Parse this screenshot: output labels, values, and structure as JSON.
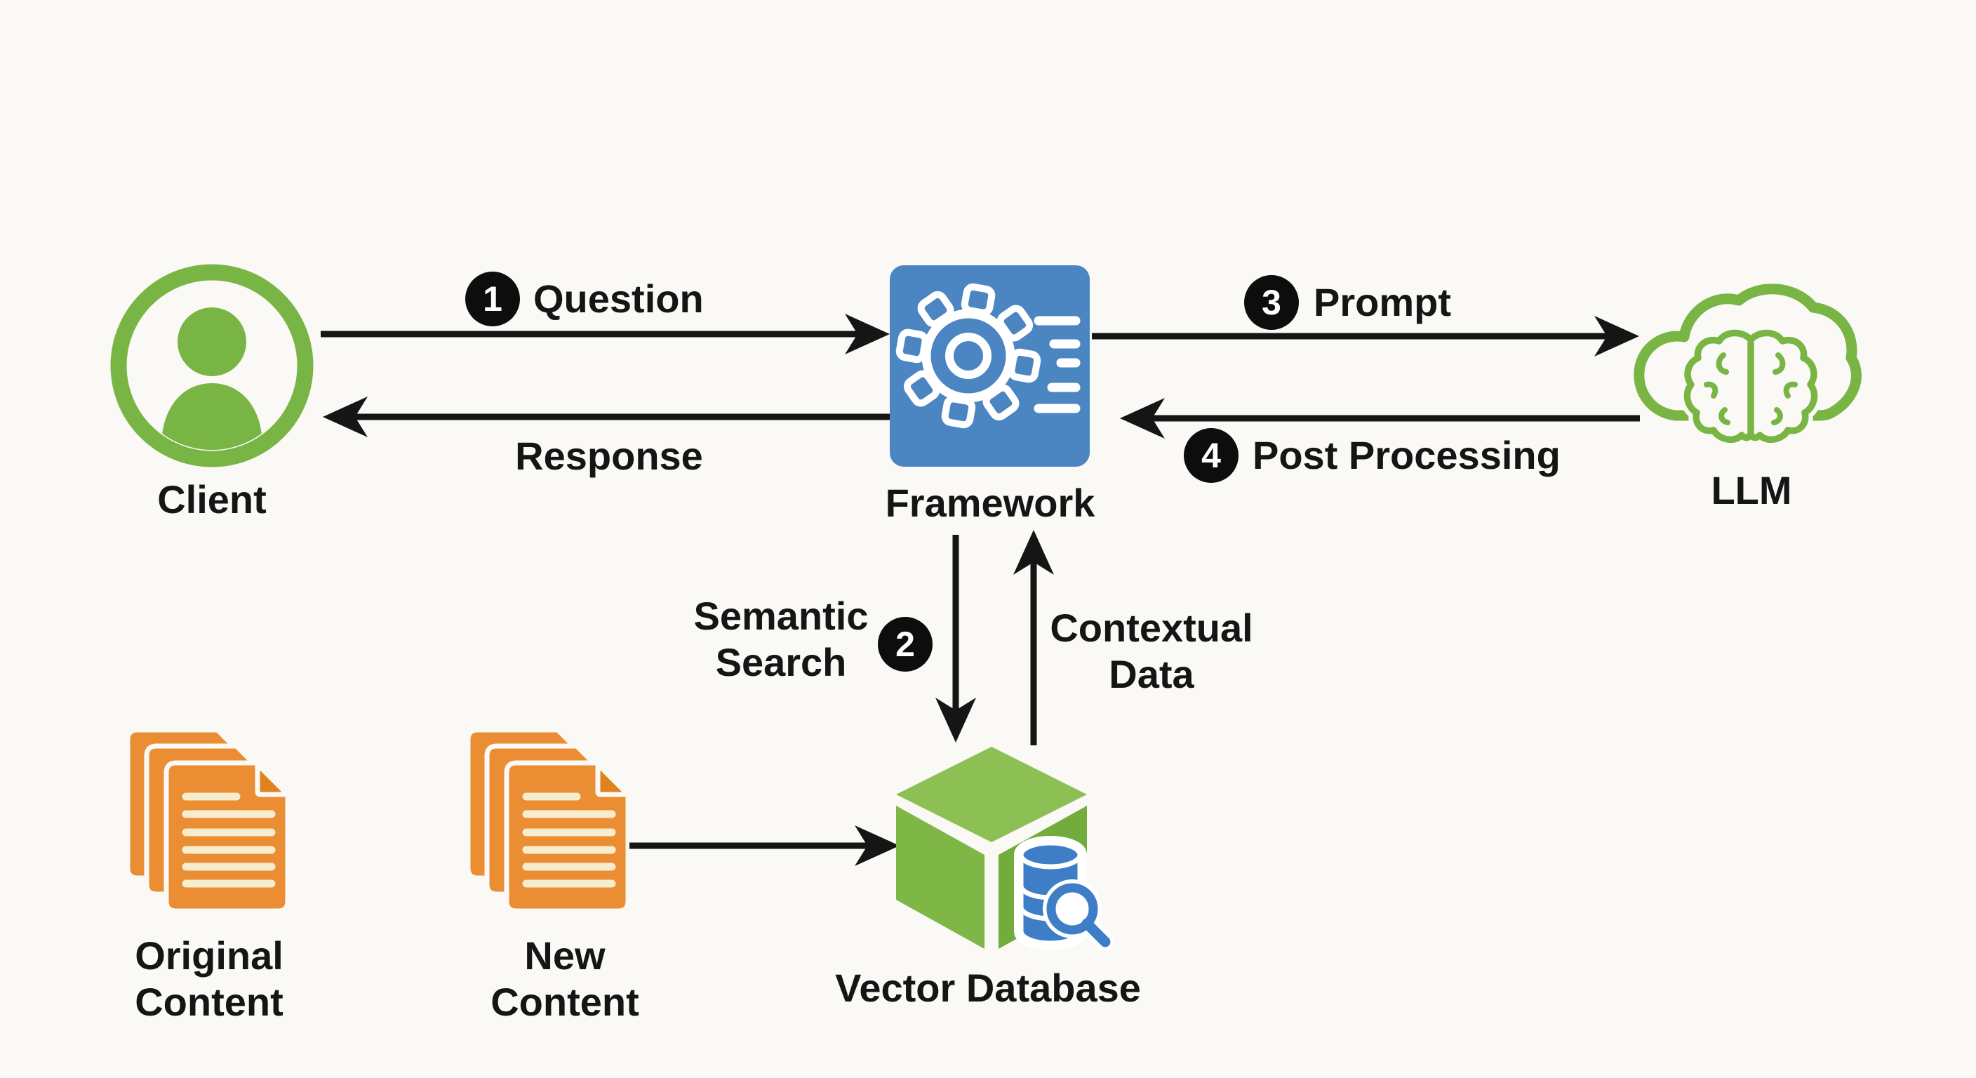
{
  "colors": {
    "background": "#faf9f6",
    "green": "#79b544",
    "blue": "#4b86c3",
    "db_blue": "#3d7ec6",
    "orange": "#eb8d33",
    "orange_dark": "#e0821f",
    "doc_line": "#f7ecce",
    "ink": "#151515",
    "badge_background": "#0d0d0d",
    "badge_text": "#ffffff"
  },
  "nodes": {
    "client": {
      "label": "Client",
      "icon": "user-circle-icon"
    },
    "framework": {
      "label": "Framework",
      "icon": "gear-icon"
    },
    "llm": {
      "label": "LLM",
      "icon": "cloud-brain-icon"
    },
    "vector_database": {
      "label": "Vector Database",
      "icon": "cube-database-search-icon"
    },
    "original_content": {
      "lines": [
        "Original",
        "Content"
      ],
      "icon": "document-stack-icon"
    },
    "new_content": {
      "lines": [
        "New",
        "Content"
      ],
      "icon": "document-stack-icon"
    }
  },
  "edges": {
    "question": {
      "step": "1",
      "label": "Question",
      "from": "client",
      "to": "framework"
    },
    "response": {
      "label": "Response",
      "from": "framework",
      "to": "client"
    },
    "prompt": {
      "step": "3",
      "label": "Prompt",
      "from": "framework",
      "to": "llm"
    },
    "post_processing": {
      "step": "4",
      "label": "Post Processing",
      "from": "llm",
      "to": "framework"
    },
    "semantic_search": {
      "step": "2",
      "lines": [
        "Semantic",
        "Search"
      ],
      "from": "framework",
      "to": "vector_database"
    },
    "contextual_data": {
      "lines": [
        "Contextual",
        "Data"
      ],
      "from": "vector_database",
      "to": "framework"
    },
    "content_ingest": {
      "from": "new_content",
      "to": "vector_database"
    }
  }
}
